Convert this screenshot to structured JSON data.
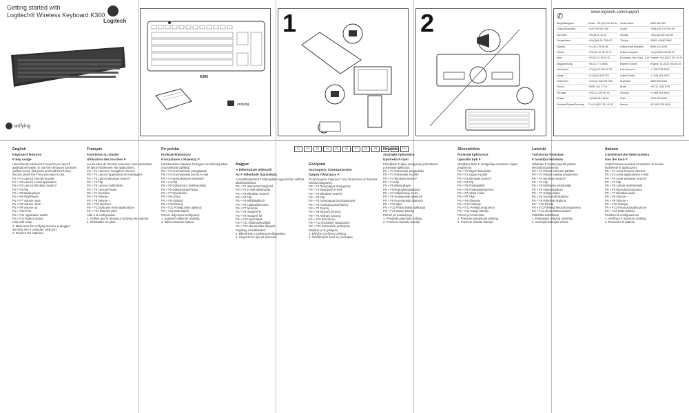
{
  "cover": {
    "title_line1": "Getting started with",
    "title_line2": "Logitech® Wireless Keyboard K360",
    "brand": "Logitech",
    "unifying": "unifying"
  },
  "box": {
    "model": "K360",
    "unifying": "unifying"
  },
  "steps": [
    "1",
    "2"
  ],
  "support": {
    "url": "www.logitech.com/support",
    "rows_left": [
      "België/Belgique",
      "Česká Republika",
      "Danmark",
      "Deutschland",
      "España",
      "France",
      "Italia",
      "Magyarország",
      "Nederland",
      "Norge",
      "Österreich",
      "Polska",
      "Portugal",
      "Russia",
      "Schweiz/Suisse/Svizzera"
    ],
    "rows_mid": [
      "Dutch: +32-(0)2 200 64 44",
      "+420 239 000 335",
      "+45-38 32 31 20",
      "+49-(0)69-51 709 427",
      "+34-91-275 45 88",
      "+33-(0)1-57 32 32 71",
      "+39-02-91 48 30 31",
      "+36 (1) 777-4853",
      "+31-(0)-20-200 84 33",
      "+47-(0)24 159 579",
      "+43-(0)1 206 091 026",
      "00800 441 17 19",
      "+351-21-415 90 16",
      "+7(495) 641 34 60",
      "D +41-(0)22 761 40 12"
    ],
    "rows_right": [
      "South Africa",
      "Suomi",
      "Sverige",
      "Türkiye",
      "United Arab Emirates",
      "United Kingdom",
      "European, Mid. East., & African Hq.",
      "Eastern Europe",
      "Latin America",
      "United States",
      "Argentina",
      "Brasil",
      "Canada",
      "Chile",
      "Mexico"
    ],
    "rows_right_num": [
      "0800 981 089",
      "+358-(0)9 725 191 08",
      "+46-(0)8-501 632 83",
      "00800 44 882 5862",
      "8000 441-4294",
      "+44-(0)203-024-81 59",
      "English: +41-(0)22 761 40 25",
      "English: 41-(0)22 761 40 25",
      "+1 800-578-9619",
      "+1 646-454-3200",
      "0800 555 3284",
      "+55 11 3444 6761",
      "+1-866-934-5644",
      "1230 020 5484",
      "001 800 578 9619"
    ]
  },
  "fkeys": [
    "F1",
    "F2",
    "F3",
    "F4",
    "F5",
    "F6",
    "F7",
    "F8",
    "F9",
    "F10",
    "F11",
    "F12"
  ],
  "languages": [
    {
      "name": "English",
      "heading": "Keyboard features",
      "sub": "F-key usage",
      "lines": [
        "User-friendly enhanced F-keys let you launch applications easily. To use the enhanced functions (yellow icons), first press and hold the FN key; second, press the F-key you want to use.",
        "FN + F1 Launch Internet browser",
        "FN + F2 Launch e-mail application",
        "FN + F3 Launch Windows Search*",
        "FN + F4 Flip",
        "FN + F5 Media player",
        "FN + F6 Play/Pause",
        "FN + F7 Volume mute",
        "FN + F8 Volume down",
        "FN + F9 Volume up",
        "FN + F10 Print",
        "FN + F11 Application switch",
        "FN + F12 Battery status",
        "Help with setup",
        "1. Make sure the Unifying receiver is plugged securely into a computer USB port.",
        "2. Reinsert the batteries."
      ]
    },
    {
      "name": "Français",
      "heading": "Fonctions du clavier",
      "sub": "Utilisation des touches F",
      "lines": [
        "Les touches de fonction avancées vous permettent de lancer facilement vos applications.",
        "FN + F1 Lancer le navigateur Internet",
        "FN + F2 Lancer l'application de messagerie",
        "FN + F3 Lancer Windows Search*",
        "FN + F4 Flip",
        "FN + F5 Lecteur multimédia",
        "FN + F6 Lecture/Pause",
        "FN + F7 Sourdine",
        "FN + F8 Volume -",
        "FN + F9 Volume +",
        "FN + F10 Imprimer",
        "FN + F11 Basculer entre applications",
        "FN + F12 État des piles",
        "Aide à la configuration",
        "1. Vérifiez que le récepteur Unifying est branché.",
        "2. Réinstallez les piles."
      ]
    },
    {
      "name": "Po polsku",
      "heading": "Funkcje klawiatury",
      "sub": "Korzystanie z klawiszy F",
      "lines": [
        "Udoskonalone klawisze funkcyjne umożliwiają łatwe uruchamianie aplikacji.",
        "FN + F1 Uruchamianie przeglądarki",
        "FN + F2 Uruchamianie poczty e-mail",
        "FN + F3 Wyszukiwanie Windows*",
        "FN + F4 Flip",
        "FN + F5 Odtwarzacz multimedialny",
        "FN + F6 Odtwarzanie/Pauza",
        "FN + F7 Wyciszenie",
        "FN + F8 Ciszej",
        "FN + F9 Głośniej",
        "FN + F10 Drukuj",
        "FN + F11 Przełączanie aplikacji",
        "FN + F12 Stan baterii",
        "Pomoc dotycząca konfiguracji",
        "1. Sprawdź odbiornik Unifying.",
        "2. Włóż ponownie baterie."
      ]
    },
    {
      "name": "Magyar",
      "heading": "A billentyűzet jellemzői",
      "sub": "Az F billentyűk használata",
      "lines": [
        "A továbbfejlesztett F billentyűkkel egyszerűen indíthat alkalmazásokat.",
        "FN + F1 Internetes böngésző",
        "FN + F2 E-mail alkalmazás",
        "FN + F3 Windows Search*",
        "FN + F4 Flip",
        "FN + F5 Médialejátszó",
        "FN + F6 Lejátszás/szünet",
        "FN + F7 Némítás",
        "FN + F8 Hangerő le",
        "FN + F9 Hangerő fel",
        "FN + F10 Nyomtatás",
        "FN + F11 Alkalmazásváltás",
        "FN + F12 Akkumulátor állapota",
        "Segítség a beállításhoz",
        "1. Ellenőrizze a Unifying vevőegységet.",
        "2. Helyezze be újra az elemeket."
      ]
    },
    {
      "name": "Ελληνικά",
      "heading": "Λειτουργίες πληκτρολογίου",
      "sub": "Χρήση πλήκτρων F",
      "lines": [
        "Τα βελτιωμένα πλήκτρα F σας επιτρέπουν να ξεκινάτε εύκολα εφαρμογές.",
        "FN + F1 Πρόγραμμα περιήγησης",
        "FN + F2 Εφαρμογή e-mail",
        "FN + F3 Windows Search*",
        "FN + F4 Flip",
        "FN + F5 Πρόγραμμα αναπαραγωγής",
        "FN + F6 Αναπαραγωγή/Παύση",
        "FN + F7 Σίγαση",
        "FN + F8 Μείωση έντασης",
        "FN + F9 Αύξηση έντασης",
        "FN + F10 Εκτύπωση",
        "FN + F11 Εναλλαγή εφαρμογών",
        "FN + F12 Κατάσταση μπαταρίας",
        "Βοήθεια με τη ρύθμιση",
        "1. Ελέγξτε τον δέκτη Unifying.",
        "2. Τοποθετήστε ξανά τις μπαταρίες."
      ]
    },
    {
      "name": "Hrvatski",
      "heading": "Značajke tipkovnice",
      "sub": "Upotreba F-tipki",
      "lines": [
        "Poboljšane F-tipke omogućuju jednostavno pokretanje aplikacija.",
        "FN + F1 Pokretanje preglednika",
        "FN + F2 Pokretanje e-pošte",
        "FN + F3 Windows Search*",
        "FN + F4 Flip",
        "FN + F5 Media player",
        "FN + F6 Reprodukcija/pauza",
        "FN + F7 Isključivanje zvuka",
        "FN + F8 Smanjivanje glasnoće",
        "FN + F9 Povećavanje glasnoće",
        "FN + F10 Ispis",
        "FN + F11 Prebacivanje aplikacija",
        "FN + F12 Stanje baterije",
        "Pomoć pri postavljanju",
        "1. Provjerite prijamnik Unifying.",
        "2. Ponovno umetnite baterije."
      ]
    },
    {
      "name": "Slovenščina",
      "heading": "Funkcije tipkovnice",
      "sub": "Uporaba tipk F",
      "lines": [
        "Izboljšane tipke F omogočajo enostaven zagon programov.",
        "FN + F1 Zagon brskalnika",
        "FN + F2 Zagon e-pošte",
        "FN + F3 Windows Search*",
        "FN + F4 Flip",
        "FN + F5 Predvajalnik",
        "FN + F6 Predvajanje/premor",
        "FN + F7 Izklop zvoka",
        "FN + F8 Tišje",
        "FN + F9 Glasneje",
        "FN + F10 Tiskanje",
        "FN + F11 Preklop programov",
        "FN + F12 Stanje baterije",
        "Pomoč pri namestitvi",
        "1. Preverite sprejemnik Unifying.",
        "2. Ponovno vstavite baterije."
      ]
    },
    {
      "name": "Latviski",
      "heading": "Tastatūras funkcijas",
      "sub": "F taustiņu lietošana",
      "lines": [
        "Uzlabotie F taustiņi ļauj ērti palaist lietojumprogrammas.",
        "FN + F1 Palaist interneta pārlūku",
        "FN + F2 Palaist e-pasta programmu",
        "FN + F3 Windows Search*",
        "FN + F4 Flip",
        "FN + F5 Multivides atskaņotājs",
        "FN + F6 Atskaņot/pauze",
        "FN + F7 Izslēgt skaņu",
        "FN + F8 Samazināt skaļumu",
        "FN + F9 Palielināt skaļumu",
        "FN + F10 Drukāt",
        "FN + F11 Pārslēgt lietojumprogrammu",
        "FN + F12 Akumulatora statuss",
        "Palīdzība iestatīšanā",
        "1. Pārbaudiet Unifying uztvērēju.",
        "2. Ievietojiet baterijas vēlreiz."
      ]
    },
    {
      "name": "Italiano",
      "heading": "Caratteristiche della tastiera",
      "sub": "Uso dei tasti F",
      "lines": [
        "I tasti funzione avanzati consentono di avviare facilmente le applicazioni.",
        "FN + F1 Avvia browser Internet",
        "FN + F2 Avvia applicazione e-mail",
        "FN + F3 Avvia Windows Search*",
        "FN + F4 Flip",
        "FN + F5 Lettore multimediale",
        "FN + F6 Riproduzione/pausa",
        "FN + F7 Disattiva audio",
        "FN + F8 Volume -",
        "FN + F9 Volume +",
        "FN + F10 Stampa",
        "FN + F11 Passa ad applicazione",
        "FN + F12 Stato batteria",
        "Problemi di configurazione",
        "1. Verificare il ricevitore Unifying.",
        "2. Reinserire le batterie."
      ]
    }
  ]
}
